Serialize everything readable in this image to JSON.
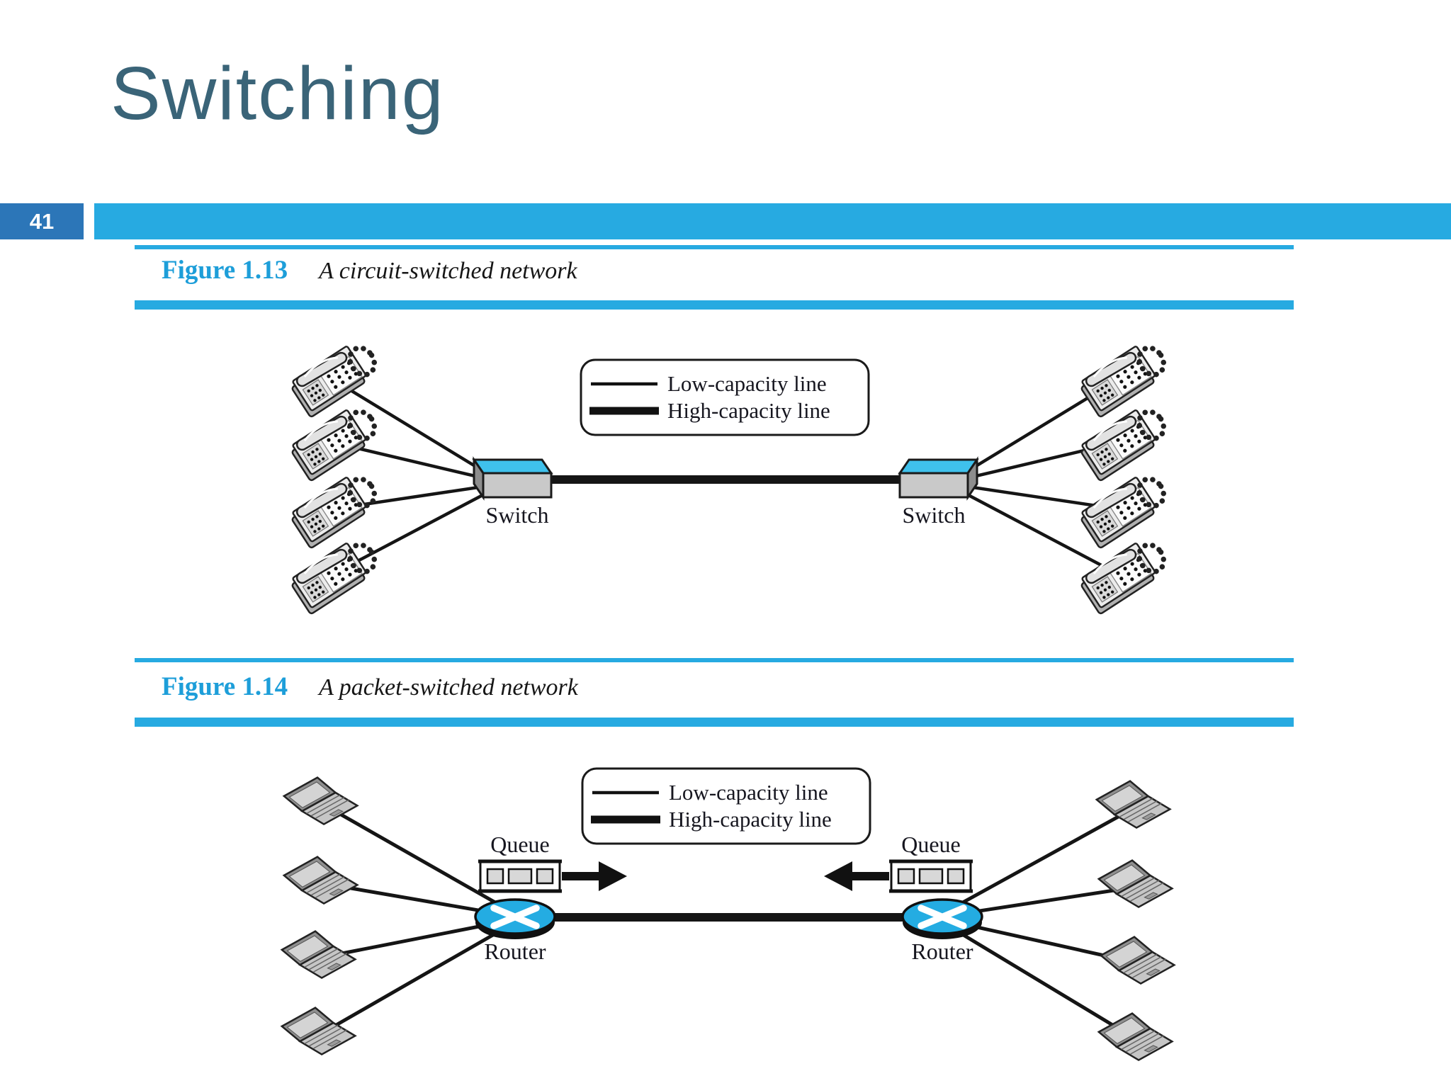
{
  "slide": {
    "title": "Switching",
    "page_number": "41"
  },
  "colors": {
    "accent_cyan": "#27AAE1",
    "page_number_bg": "#2C76B8",
    "title_color": "#3A6478",
    "figure_label_blue": "#1D9ED9",
    "device_cyan": "#2FB9EA",
    "router_cyan": "#24ACE2"
  },
  "figures": {
    "fig13": {
      "label": "Figure 1.13",
      "caption": "A circuit-switched network",
      "node_label": "Switch",
      "legend": {
        "low": "Low-capacity line",
        "high": "High-capacity line"
      }
    },
    "fig14": {
      "label": "Figure 1.14",
      "caption": "A packet-switched network",
      "node_label": "Router",
      "queue_label": "Queue",
      "legend": {
        "low": "Low-capacity line",
        "high": "High-capacity line"
      }
    }
  }
}
